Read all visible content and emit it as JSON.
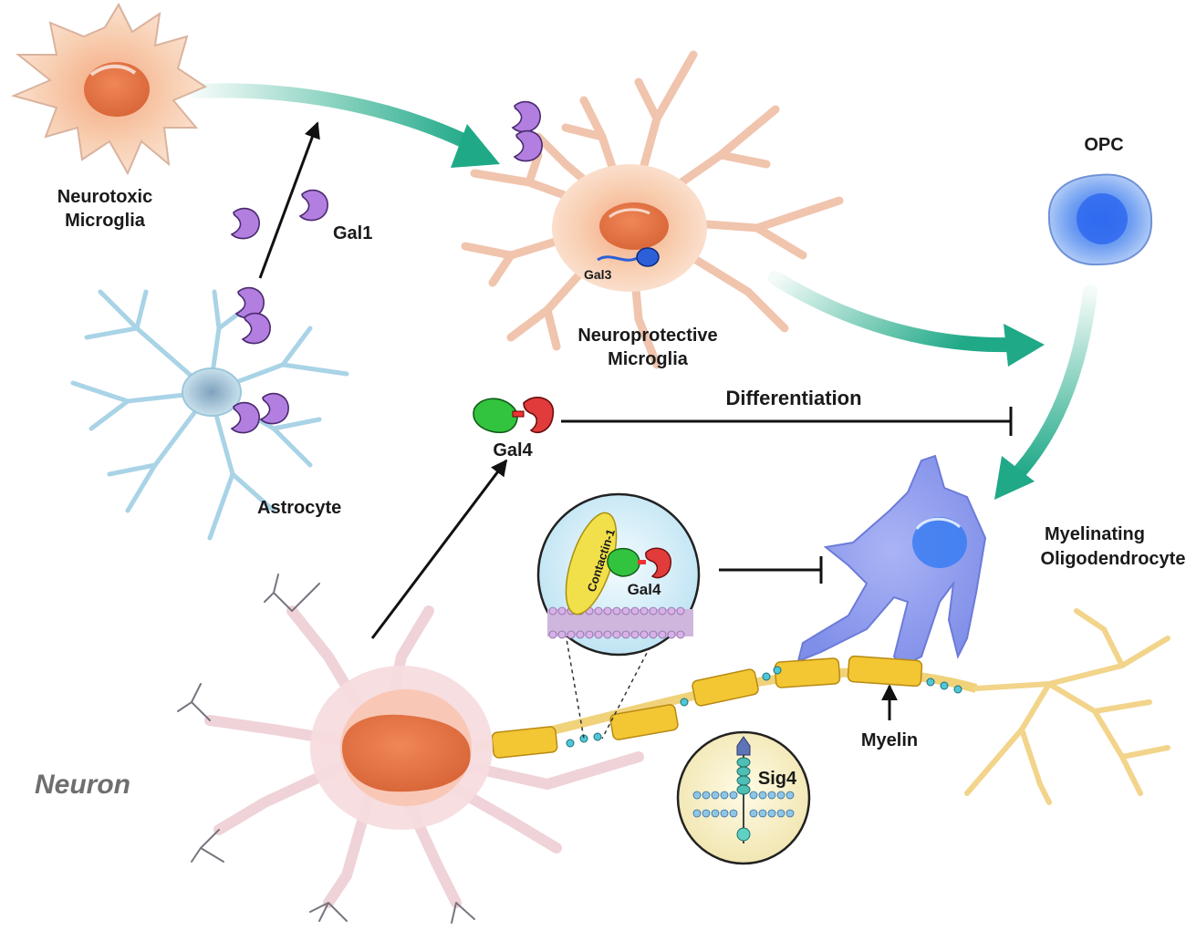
{
  "labels": {
    "neurotoxic_line1": "Neurotoxic",
    "neurotoxic_line2": "Microglia",
    "gal1": "Gal1",
    "astrocyte": "Astrocyte",
    "gal3": "Gal3",
    "neuroprotective_line1": "Neuroprotective",
    "neuroprotective_line2": "Microglia",
    "opc": "OPC",
    "differentiation": "Differentiation",
    "gal4": "Gal4",
    "gal4_inset": "Gal4",
    "contactin": "Contactin-1",
    "myelinating_line1": "Myelinating",
    "myelinating_line2": "Oligodendrocyte",
    "myelin": "Myelin",
    "sig4": "Sig4",
    "neuron": "Neuron"
  },
  "colors": {
    "microglia_body": "#f6c7a8",
    "microglia_nucleus": "#e8794a",
    "astrocyte": "#bfe0ef",
    "galectin_purple": "#a97ad8",
    "opc_blue": "#5f86e6",
    "oligodendrocyte": "#9aa6ef",
    "myelin_yellow": "#f3c734",
    "transition_arrow": "#1fa987",
    "gal4_green": "#2fbf3a",
    "gal4_red": "#e23b3b",
    "gal3_blue": "#2d5fd8"
  }
}
